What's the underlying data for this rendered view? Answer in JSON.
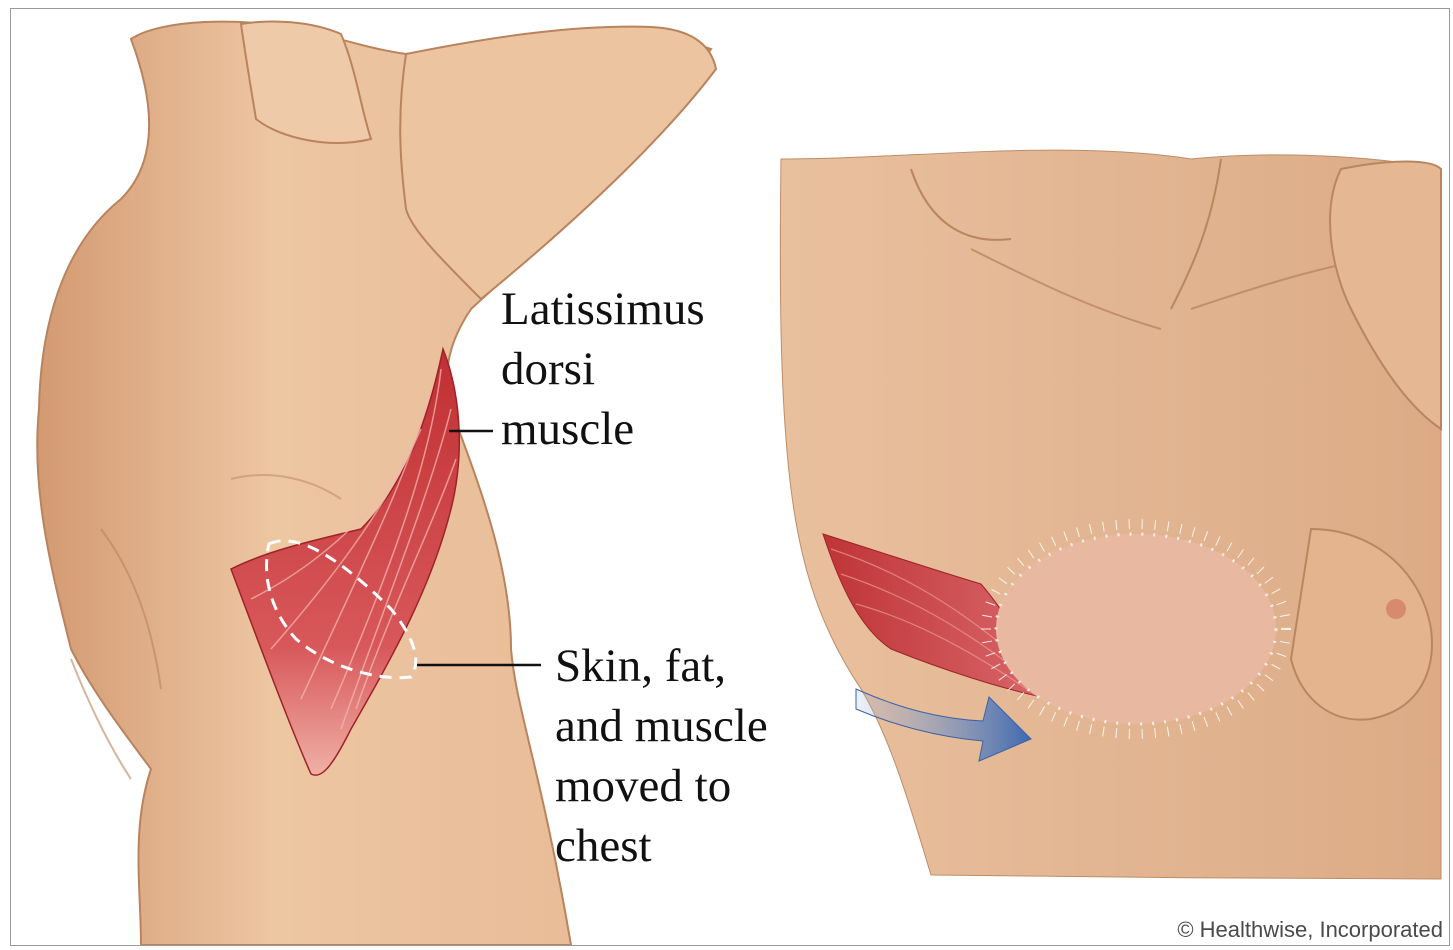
{
  "labels": {
    "latissimus": [
      "Latissimus",
      "dorsi",
      "muscle"
    ],
    "flap": [
      "Skin, fat,",
      "and muscle",
      "moved to",
      "chest"
    ]
  },
  "credit": "© Healthwise, Incorporated",
  "colors": {
    "skin": "#e8bd98",
    "skin_shadow": "#c98f68",
    "muscle": "#c8393c",
    "muscle_light": "#e07a78",
    "arrow": "#4f78b8",
    "leader": "#111111"
  }
}
